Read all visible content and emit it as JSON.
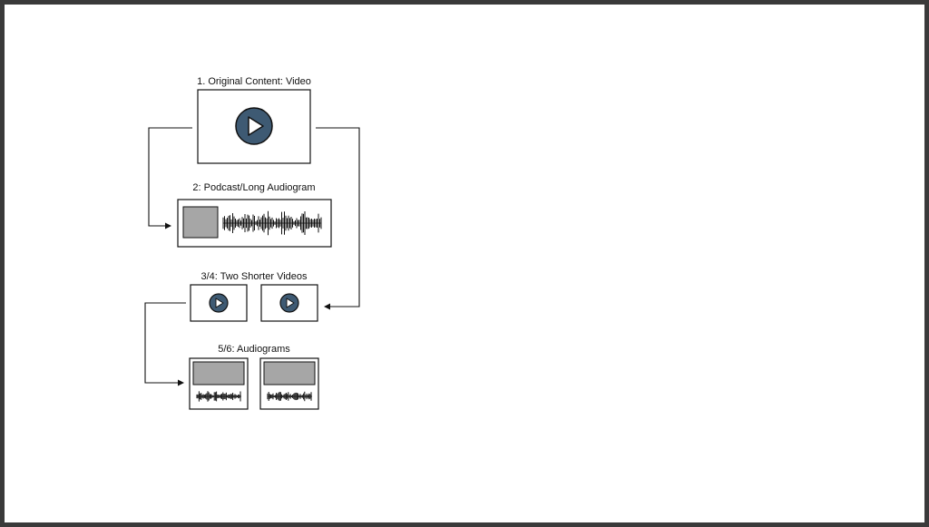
{
  "diagram": {
    "step1": {
      "label": "1. Original Content: Video"
    },
    "step2": {
      "label": "2: Podcast/Long Audiogram"
    },
    "step3": {
      "label": "3/4: Two Shorter Videos"
    },
    "step4": {
      "label": "5/6: Audiograms"
    }
  },
  "colors": {
    "play_fill": "#3e5a73",
    "thumb_fill": "#a6a6a6",
    "line": "#111111",
    "frame": "#3a3a3a"
  },
  "icons": [
    "play-icon",
    "waveform-icon",
    "arrow-icon"
  ]
}
